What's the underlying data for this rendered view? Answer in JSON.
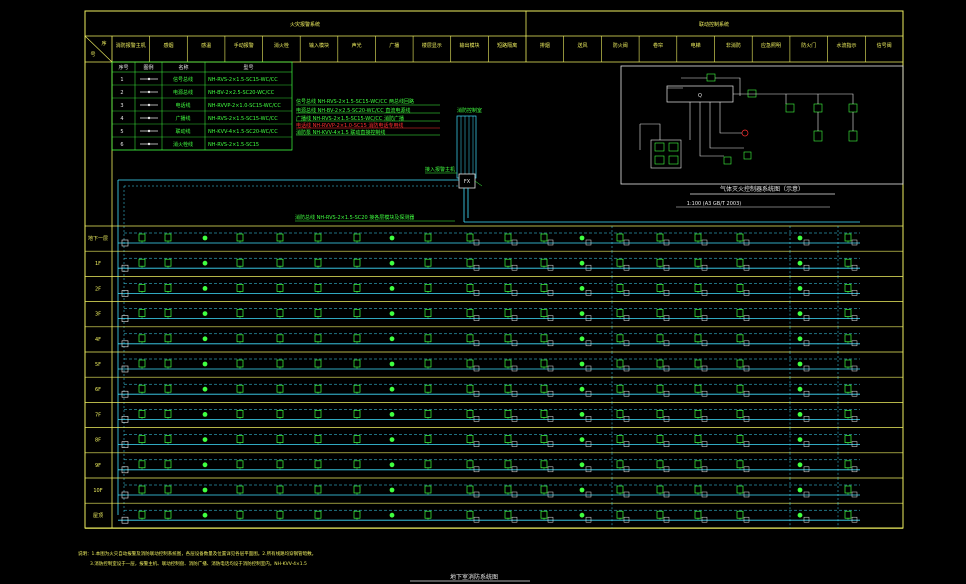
{
  "colors": {
    "background": "#000000",
    "frame": "#f0f060",
    "device": "#40ff40",
    "bus": "#40e0ff",
    "text_white": "#e8e8e8",
    "alarm_red": "#ff3030"
  },
  "header": {
    "left_group": "火灾报警系统",
    "right_group": "联动控制系统",
    "row_label_1": "序",
    "row_label_2": "号",
    "columns_left": [
      "消防报警主机",
      "感烟",
      "感温",
      "手动报警",
      "消火栓",
      "输入模块",
      "声光",
      "广播",
      "楼层显示",
      "输出模块",
      "短路隔离"
    ],
    "columns_right": [
      "排烟",
      "送风",
      "防火阀",
      "卷帘",
      "电梯",
      "非消防",
      "应急照明",
      "防火门",
      "水流指示",
      "信号阀"
    ]
  },
  "legend": {
    "headers": [
      "序号",
      "图例",
      "名称",
      "型号"
    ],
    "rows": [
      {
        "no": "1",
        "name": "信号总线",
        "spec": "NH-RVS-2×1.5-SC15-WC/CC"
      },
      {
        "no": "2",
        "name": "电源总线",
        "spec": "NH-BV-2×2.5-SC20-WC/CC"
      },
      {
        "no": "3",
        "name": "电话线",
        "spec": "NH-RVVP-2×1.0-SC15-WC/CC"
      },
      {
        "no": "4",
        "name": "广播线",
        "spec": "NH-RVS-2×1.5-SC15-WC/CC"
      },
      {
        "no": "5",
        "name": "联动线",
        "spec": "NH-KVV-4×1.5-SC20-WC/CC"
      },
      {
        "no": "6",
        "name": "消火栓线",
        "spec": "NH-RVS-2×1.5-SC15"
      }
    ]
  },
  "notes_middle": [
    "信号总线 NH-RVS-2×1.5-SC15-WC/CC 两总线回路",
    "电源总线 NH-BV-2×2.5-SC20-WC/CC 直流电源线",
    "广播线 NH-RVS-2×1.5-SC15-WC/CC 消防广播",
    "电话线 NH-RVVP-2×1.0-SC15 消防电话专用线",
    "消防泵 NH-KVV-4×1.5 联动直接控制线"
  ],
  "panel_label": "FX",
  "riser_label": "消防控制室",
  "riser_label2": "接入报警主机",
  "bus_note": "消防总线 NH-RVS-2×1.5-SC20 接各层模块及探测器",
  "inset": {
    "title": "气体灭火控制器系统图（示意）",
    "subtitle": "1:100 (A3 GB/T 2003)"
  },
  "floors": [
    "地下一层",
    "1F",
    "2F",
    "3F",
    "4F",
    "5F",
    "6F",
    "7F",
    "8F",
    "9F",
    "10F",
    "屋顶"
  ],
  "footer": {
    "notes": [
      "说明：1.本图为火灾自动报警及消防联动控制系统图，各层设备数量及位置详见各层平面图。2.所有线路均穿钢管暗敷。",
      "3.消防控制室设于一层，报警主机、联动控制盘、消防广播、消防电话均设于消防控制室内。NH-KVV-4×1.5"
    ],
    "drawing_title": "地下室消防系统图"
  }
}
